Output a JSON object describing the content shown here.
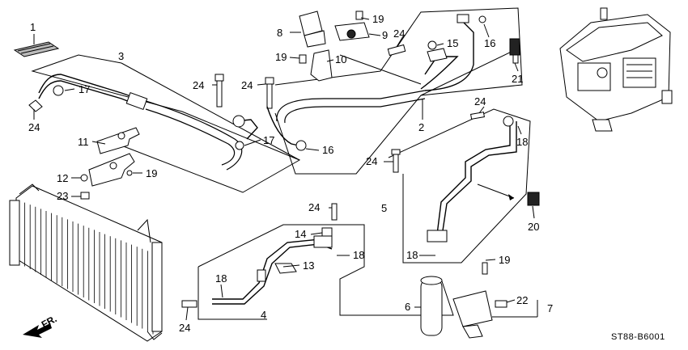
{
  "diagram": {
    "code": "ST88-B6001",
    "direction_label": "FR.",
    "callouts": [
      {
        "id": "c1",
        "text": "1"
      },
      {
        "id": "c3",
        "text": "3"
      },
      {
        "id": "c17a",
        "text": "17"
      },
      {
        "id": "c24a",
        "text": "24"
      },
      {
        "id": "c24b",
        "text": "24"
      },
      {
        "id": "c24c",
        "text": "24"
      },
      {
        "id": "c17b",
        "text": "17"
      },
      {
        "id": "c11",
        "text": "11"
      },
      {
        "id": "c12",
        "text": "12"
      },
      {
        "id": "c19a",
        "text": "19"
      },
      {
        "id": "c23",
        "text": "23"
      },
      {
        "id": "c8",
        "text": "8"
      },
      {
        "id": "c19b",
        "text": "19"
      },
      {
        "id": "c9",
        "text": "9"
      },
      {
        "id": "c24d",
        "text": "24"
      },
      {
        "id": "c19c",
        "text": "19"
      },
      {
        "id": "c10",
        "text": "10"
      },
      {
        "id": "c15",
        "text": "15"
      },
      {
        "id": "c16a",
        "text": "16"
      },
      {
        "id": "c16b",
        "text": "16"
      },
      {
        "id": "c21",
        "text": "21"
      },
      {
        "id": "c2",
        "text": "2"
      },
      {
        "id": "c24e",
        "text": "24"
      },
      {
        "id": "c18a",
        "text": "18"
      },
      {
        "id": "c24f",
        "text": "24"
      },
      {
        "id": "c5",
        "text": "5"
      },
      {
        "id": "c20",
        "text": "20"
      },
      {
        "id": "c24g",
        "text": "24"
      },
      {
        "id": "c14",
        "text": "14"
      },
      {
        "id": "c18b",
        "text": "18"
      },
      {
        "id": "c13",
        "text": "13"
      },
      {
        "id": "c18c",
        "text": "18"
      },
      {
        "id": "c18d",
        "text": "18"
      },
      {
        "id": "c19d",
        "text": "19"
      },
      {
        "id": "c24h",
        "text": "24"
      },
      {
        "id": "c4",
        "text": "4"
      },
      {
        "id": "c6",
        "text": "6"
      },
      {
        "id": "c22",
        "text": "22"
      },
      {
        "id": "c7",
        "text": "7"
      }
    ]
  }
}
